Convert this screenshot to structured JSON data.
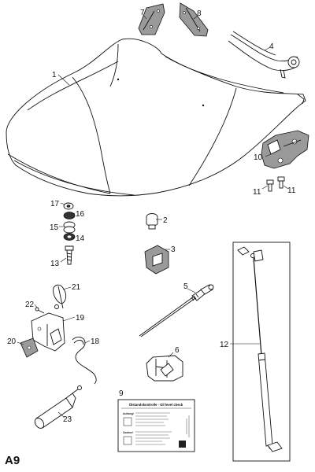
{
  "page_code": "A9",
  "callouts": {
    "c1": "1",
    "c2": "2",
    "c3": "3",
    "c4": "4",
    "c5": "5",
    "c6": "6",
    "c7": "7",
    "c8": "8",
    "c9": "9",
    "c10": "10",
    "c11a": "11",
    "c11b": "11",
    "c12": "12",
    "c13": "13",
    "c14": "14",
    "c15": "15",
    "c16": "16",
    "c17": "17",
    "c18": "18",
    "c19": "19",
    "c20": "20",
    "c21": "21",
    "c22": "22",
    "c23": "23"
  },
  "oil_label": {
    "title": "Ölstandskontrolle - Oil level check",
    "achtung": "Achtung!",
    "caution": "Caution!"
  }
}
